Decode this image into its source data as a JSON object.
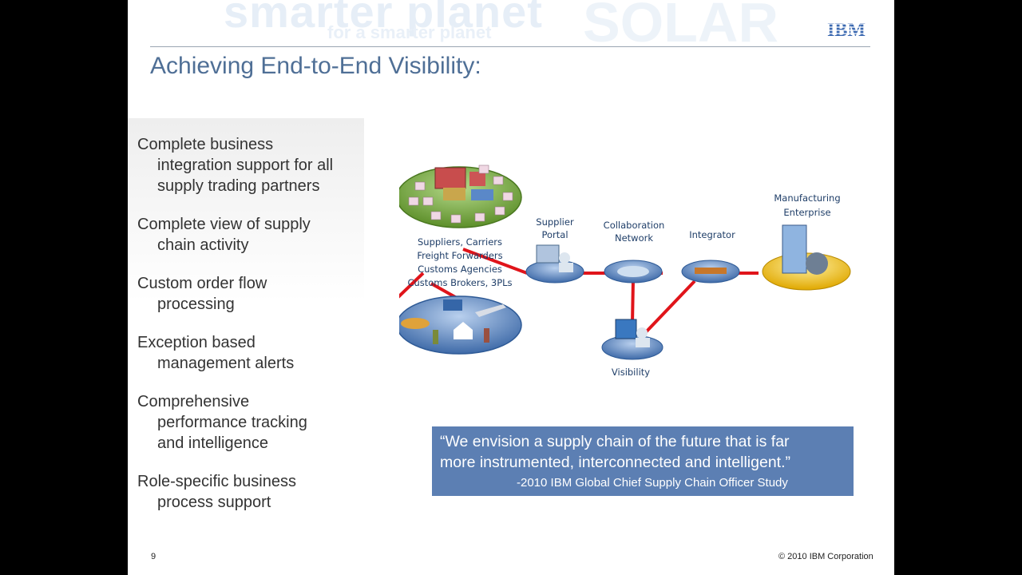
{
  "slide": {
    "watermark": "smarter planet",
    "watermark_small": "for a smarter planet",
    "logo_text": "IBM",
    "title": "Achieving End-to-End Visibility:",
    "bullets": [
      {
        "lines": [
          "Complete business",
          "integration support for all",
          "supply trading partners"
        ]
      },
      {
        "lines": [
          "Complete view of supply",
          "chain activity"
        ]
      },
      {
        "lines": [
          "Custom order flow",
          "processing"
        ]
      },
      {
        "lines": [
          "Exception based",
          "management alerts"
        ]
      },
      {
        "lines": [
          "Comprehensive",
          "performance tracking",
          "and intelligence"
        ]
      },
      {
        "lines": [
          "Role-specific business",
          "process support"
        ]
      }
    ],
    "diagram": {
      "suppliers_label": [
        "Suppliers, Carriers",
        "Freight Forwarders",
        "Customs Agencies",
        "Customs Brokers, 3PLs"
      ],
      "supplier_portal": [
        "Supplier",
        "Portal"
      ],
      "collaboration_network": [
        "Collaboration",
        "Network"
      ],
      "integrator": "Integrator",
      "manufacturing_enterprise": [
        "Manufacturing",
        "Enterprise"
      ],
      "visibility": "Visibility"
    },
    "quote": {
      "line1": "“We envision a supply chain of the future that is far",
      "line2": "more  instrumented, interconnected and intelligent.”",
      "attribution": "-2010 IBM Global Chief Supply Chain Officer Study"
    },
    "page_number": "9",
    "copyright": "© 2010 IBM Corporation"
  },
  "colors": {
    "title": "#4f6f96",
    "quote_bg": "#5c7fb3",
    "connector": "#e0141a",
    "ellipse_blue": "#4a77b4",
    "ellipse_green": "#79a83a",
    "ellipse_yellow": "#f0c417"
  }
}
